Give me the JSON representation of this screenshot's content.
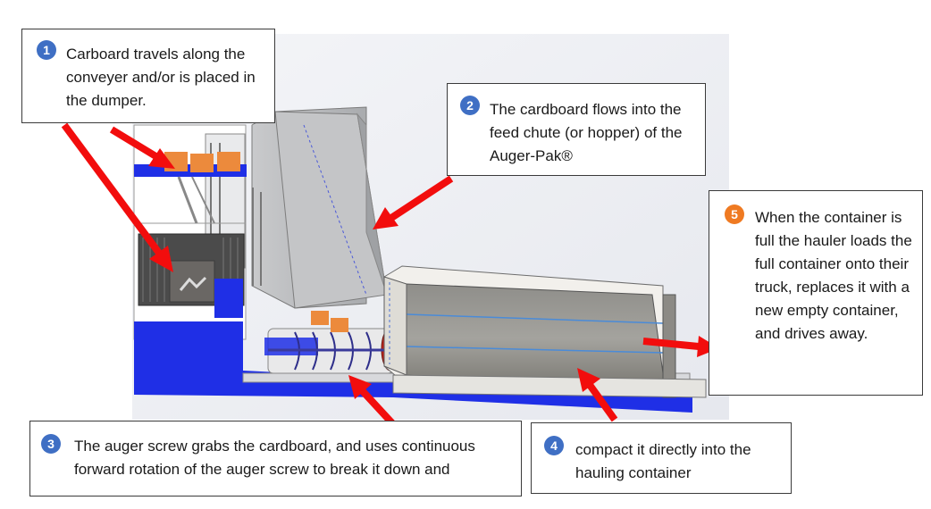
{
  "colors": {
    "badge_blue": "#3f6fc4",
    "badge_orange": "#ef7a22",
    "arrow_red": "#f20d0d",
    "frame_blue": "#1f2fe6",
    "cardboard_orange": "#ec8a3c",
    "machine_gray": "#b7b9bc"
  },
  "callouts": [
    {
      "number": "1",
      "text": "Carboard travels along the conveyer and/or is placed in the dumper."
    },
    {
      "number": "2",
      "text": "The cardboard flows into the feed chute (or hopper) of the Auger-Pak®"
    },
    {
      "number": "3",
      "text": "The auger screw grabs the cardboard, and uses continuous forward rotation of the auger screw to break it down and"
    },
    {
      "number": "4",
      "text": "compact it directly into the hauling container"
    },
    {
      "number": "5",
      "text": "When the container is full the hauler loads the full container onto their truck, replaces it with a new empty container, and drives away."
    }
  ]
}
